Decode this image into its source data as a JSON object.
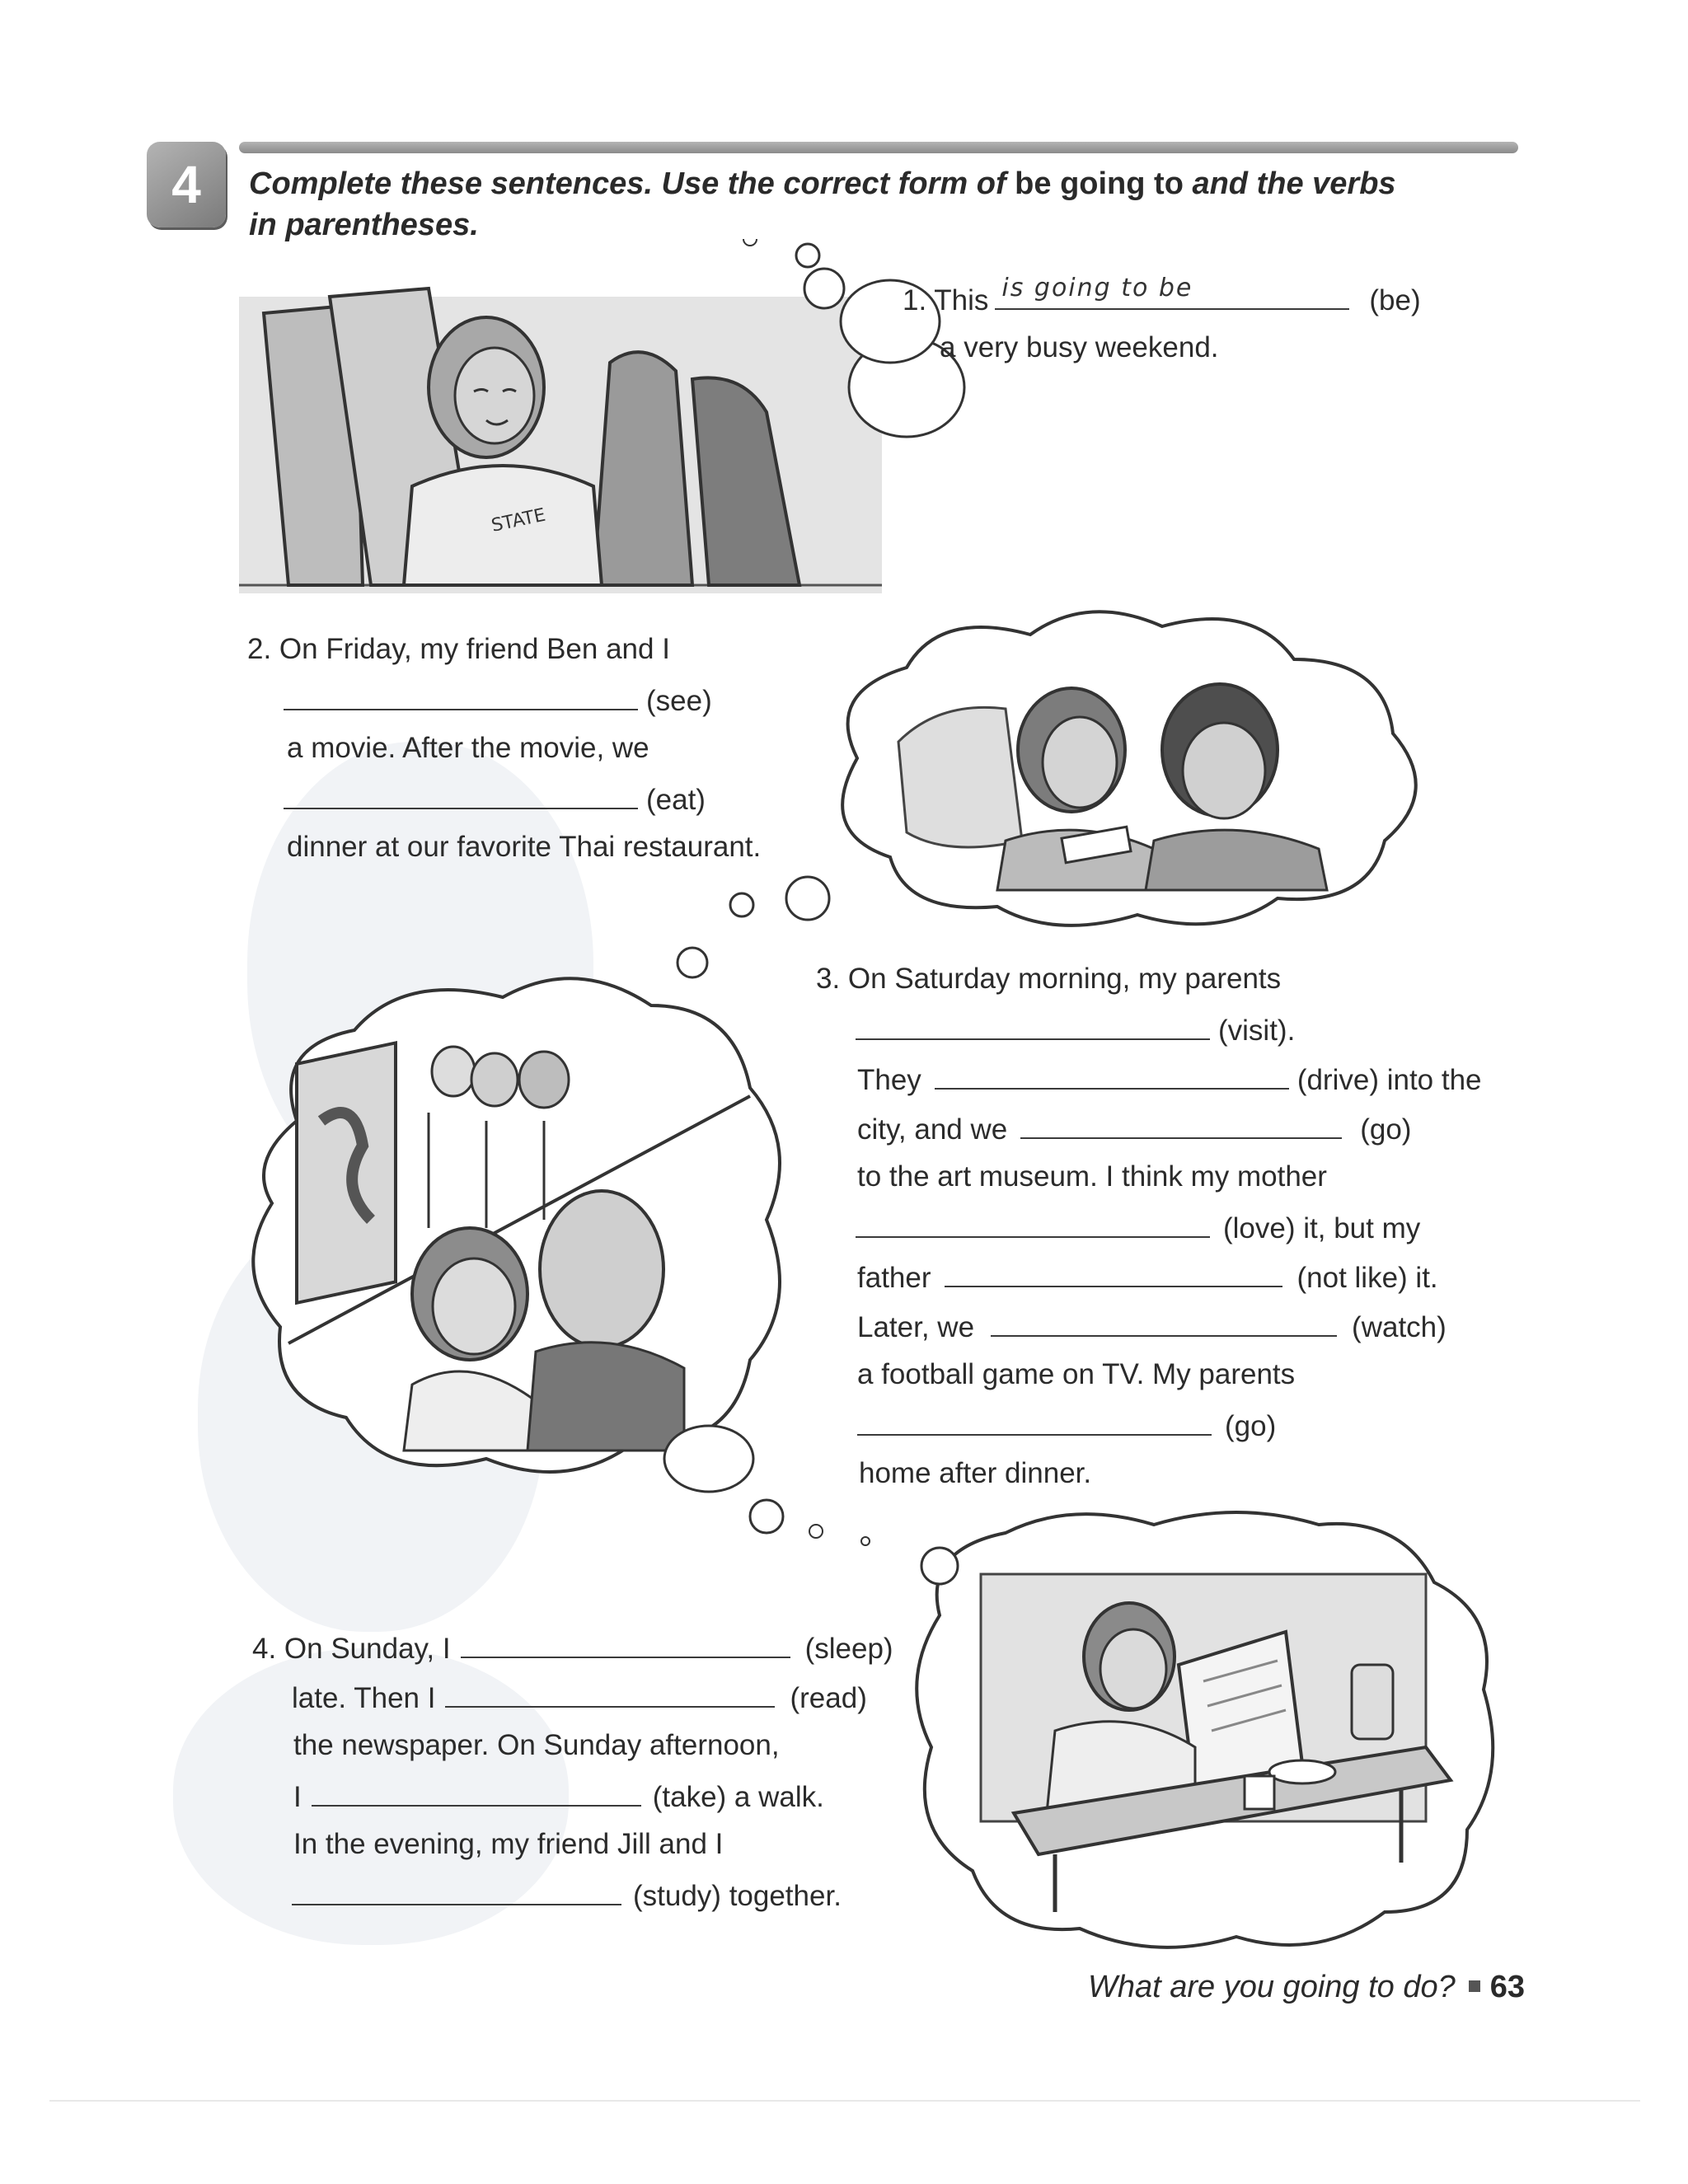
{
  "exercise": {
    "number": "4",
    "instructions_a": "Complete these sentences. Use the correct form of ",
    "instructions_b": "be going to",
    "instructions_c": " and the verbs in parentheses."
  },
  "items": {
    "i1": {
      "l1_pre": "1. This",
      "answer": "is going to be",
      "l1_post": "(be)",
      "l2": "a very busy weekend."
    },
    "i2": {
      "l1": "2. On Friday, my friend Ben and I",
      "l2_post": "(see)",
      "l3": "a movie. After the movie, we",
      "l4_post": "(eat)",
      "l5": "dinner at our favorite Thai restaurant."
    },
    "i3": {
      "l1": "3. On Saturday morning, my parents",
      "l2_post": "(visit).",
      "l3_pre": "They",
      "l3_post": "(drive) into the",
      "l4_pre": "city, and we",
      "l4_post": "(go)",
      "l5": "to the art museum. I think my mother",
      "l6_post": "(love) it, but my",
      "l7_pre": "father",
      "l7_post": "(not like) it.",
      "l8_pre": "Later, we",
      "l8_post": "(watch)",
      "l9": "a football game on TV. My parents",
      "l10_post": "(go)",
      "l11": "home after dinner."
    },
    "i4": {
      "l1_pre": "4. On Sunday, I",
      "l1_post": "(sleep)",
      "l2_pre": "late. Then I",
      "l2_post": "(read)",
      "l3": "the newspaper. On Sunday afternoon,",
      "l4_pre": "I",
      "l4_post": "(take) a walk.",
      "l5": "In the evening, my friend Jill and I",
      "l6_post": "(study) together."
    }
  },
  "illustrations": {
    "sweatshirt_text": "STATE"
  },
  "footer": {
    "title": "What are you going to do?",
    "page": "63"
  }
}
